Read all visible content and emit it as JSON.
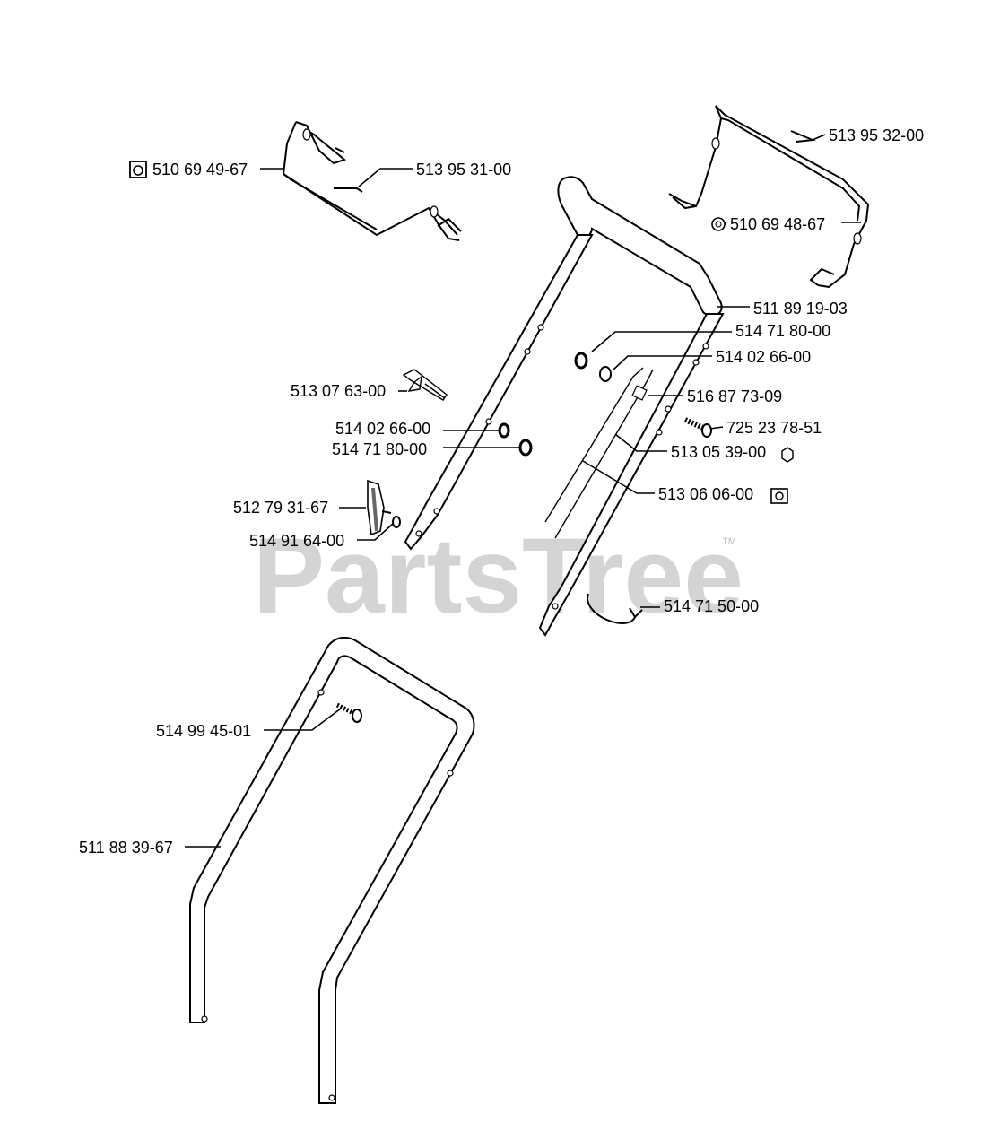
{
  "watermark": {
    "text": "PartsTree",
    "trademark": "™"
  },
  "parts": [
    {
      "number": "510 69 49-67"
    },
    {
      "number": "513 95 31-00"
    },
    {
      "number": "513 95 32-00"
    },
    {
      "number": "510 69 48-67"
    },
    {
      "number": "511 89 19-03"
    },
    {
      "number": "514 71 80-00"
    },
    {
      "number": "514 02 66-00"
    },
    {
      "number": "513 07 63-00"
    },
    {
      "number": "516 87 73-09"
    },
    {
      "number": "725 23 78-51"
    },
    {
      "number": "514 02 66-00"
    },
    {
      "number": "514 71 80-00"
    },
    {
      "number": "513 05 39-00"
    },
    {
      "number": "513 06 06-00"
    },
    {
      "number": "512 79 31-67"
    },
    {
      "number": "514 91 64-00"
    },
    {
      "number": "514 71 50-00"
    },
    {
      "number": "514 99 45-01"
    },
    {
      "number": "511 88 39-67"
    }
  ]
}
